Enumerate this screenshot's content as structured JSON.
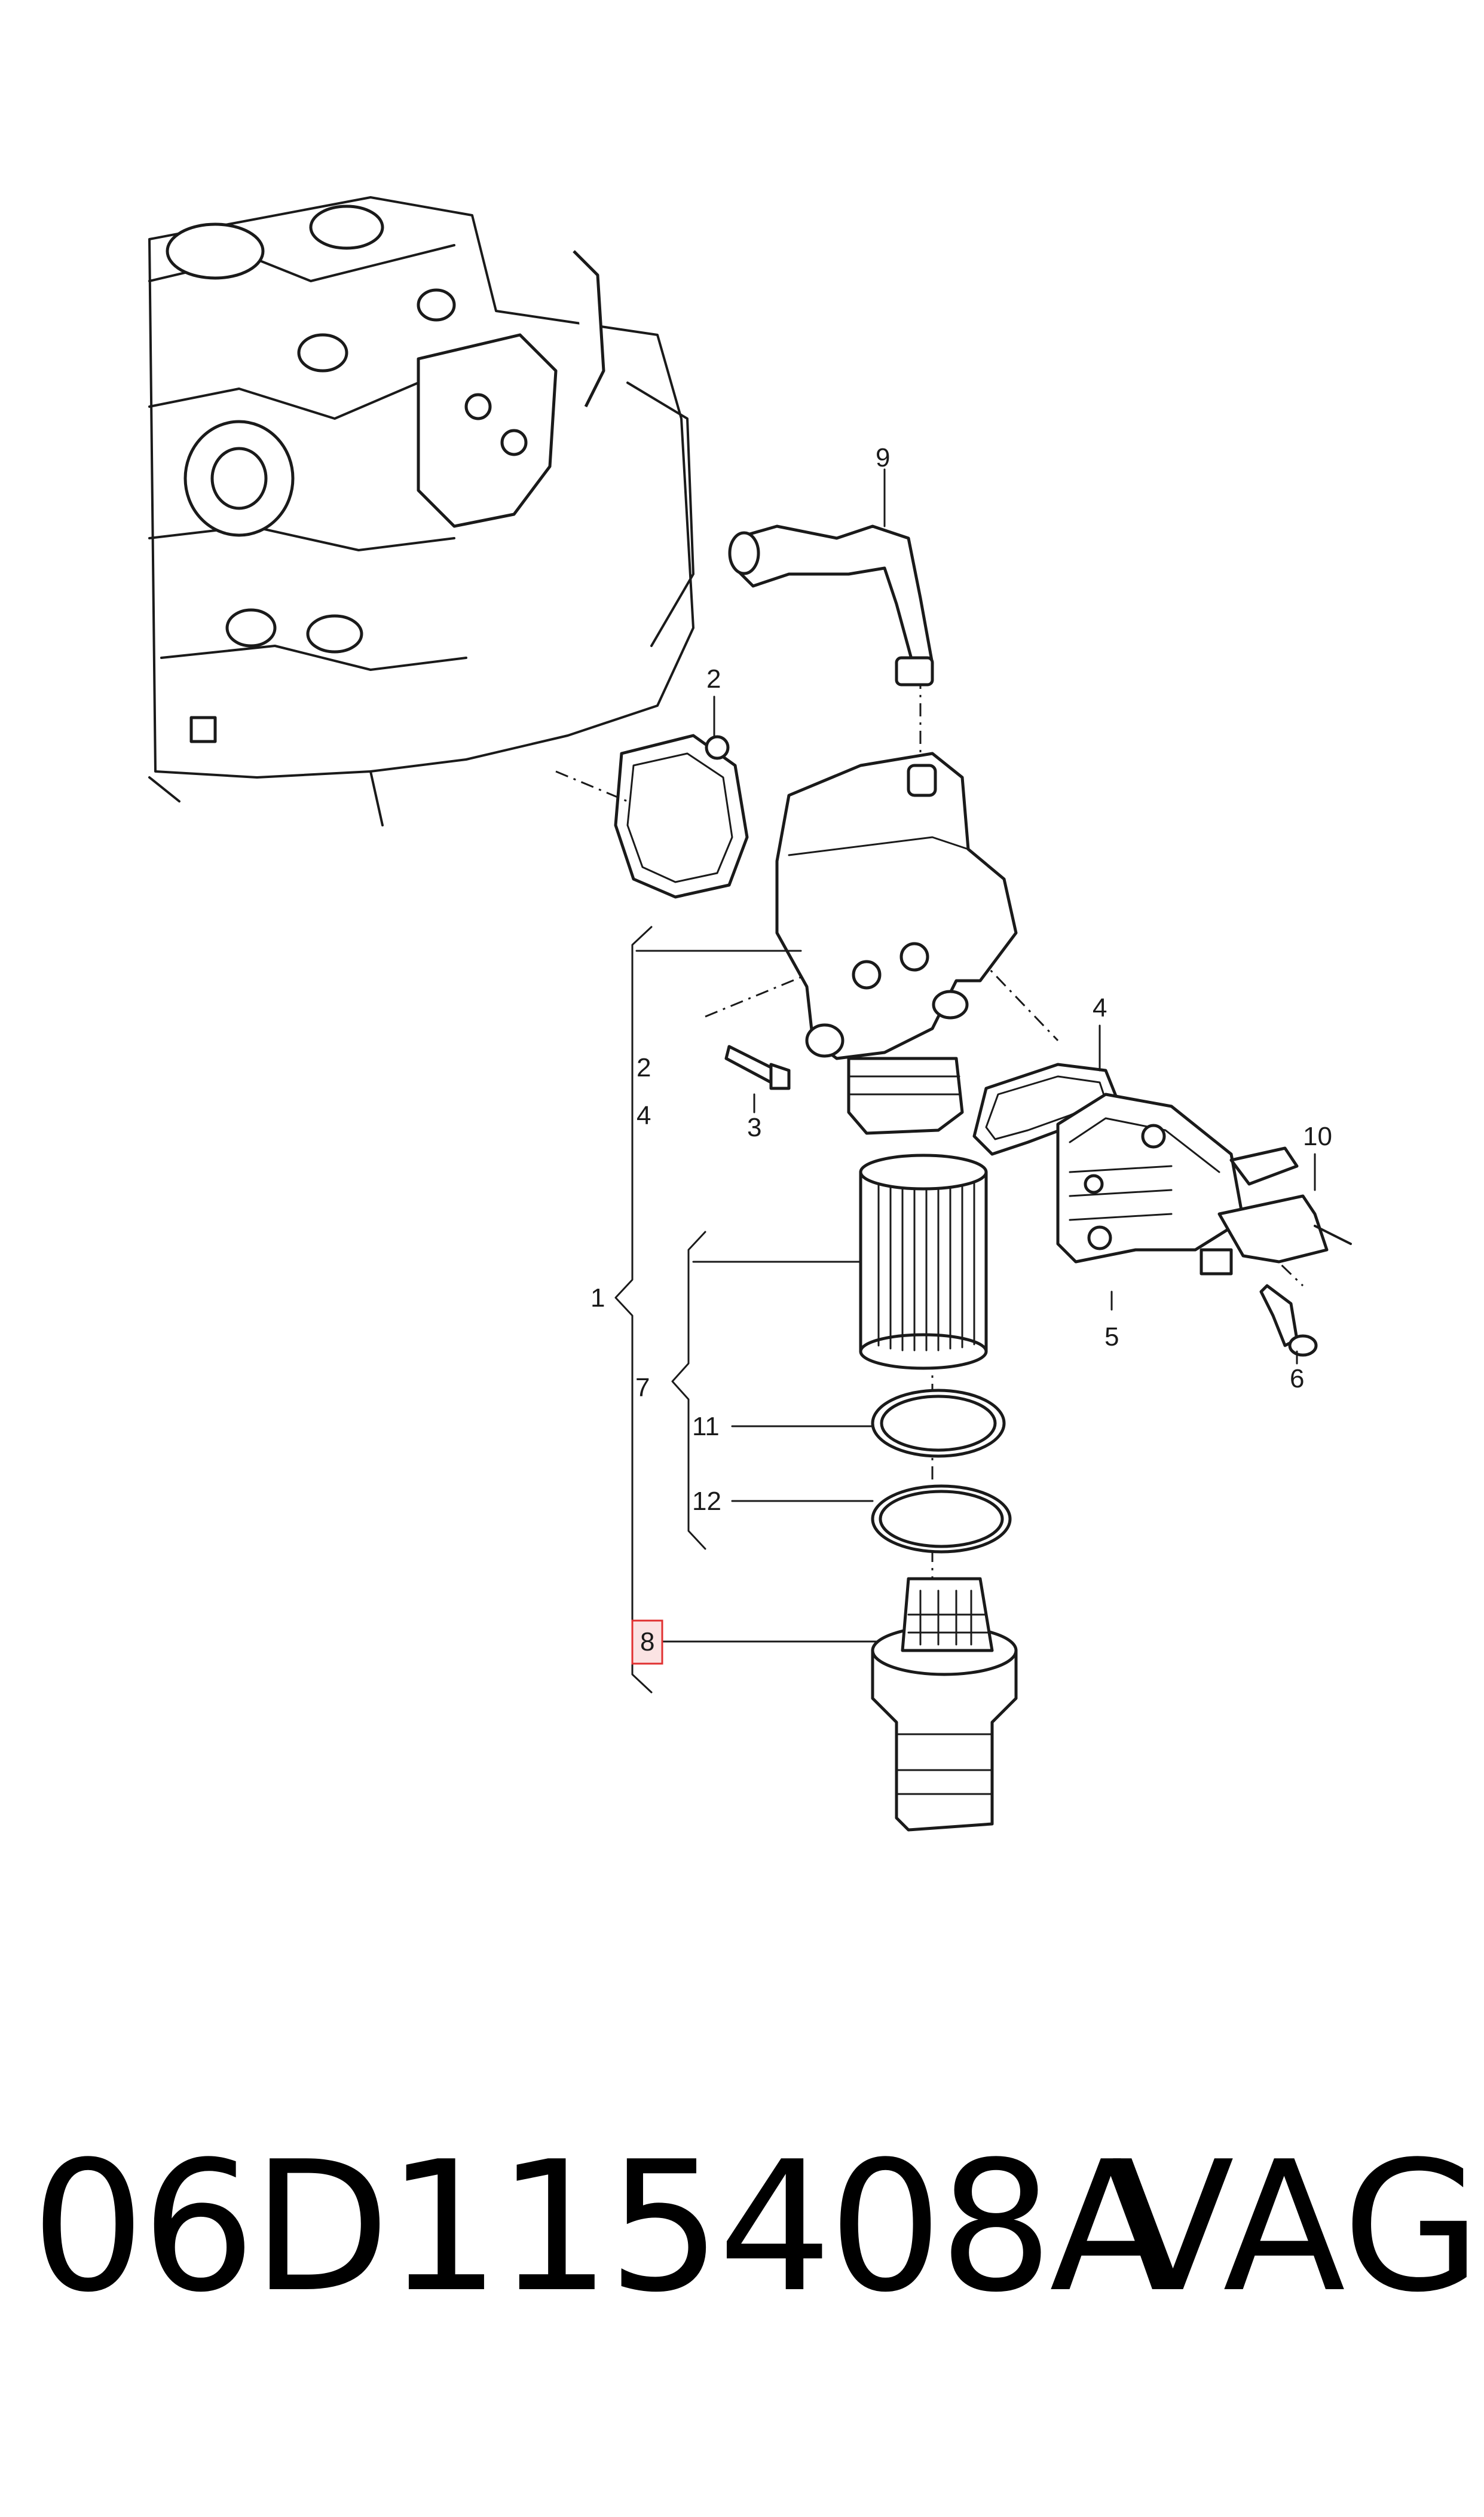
{
  "diagram": {
    "callouts": {
      "c1": "1",
      "c2a": "2",
      "c2b": "2",
      "c3": "3",
      "c4a": "4",
      "c4b": "4",
      "c5": "5",
      "c6": "6",
      "c7": "7",
      "c8": "8",
      "c9": "9",
      "c10": "10",
      "c11": "11",
      "c12": "12"
    },
    "highlight_color": "#e03030",
    "highlighted_callout": "8"
  },
  "footer": {
    "part_number": "06D115408A",
    "brand": "VAG"
  }
}
